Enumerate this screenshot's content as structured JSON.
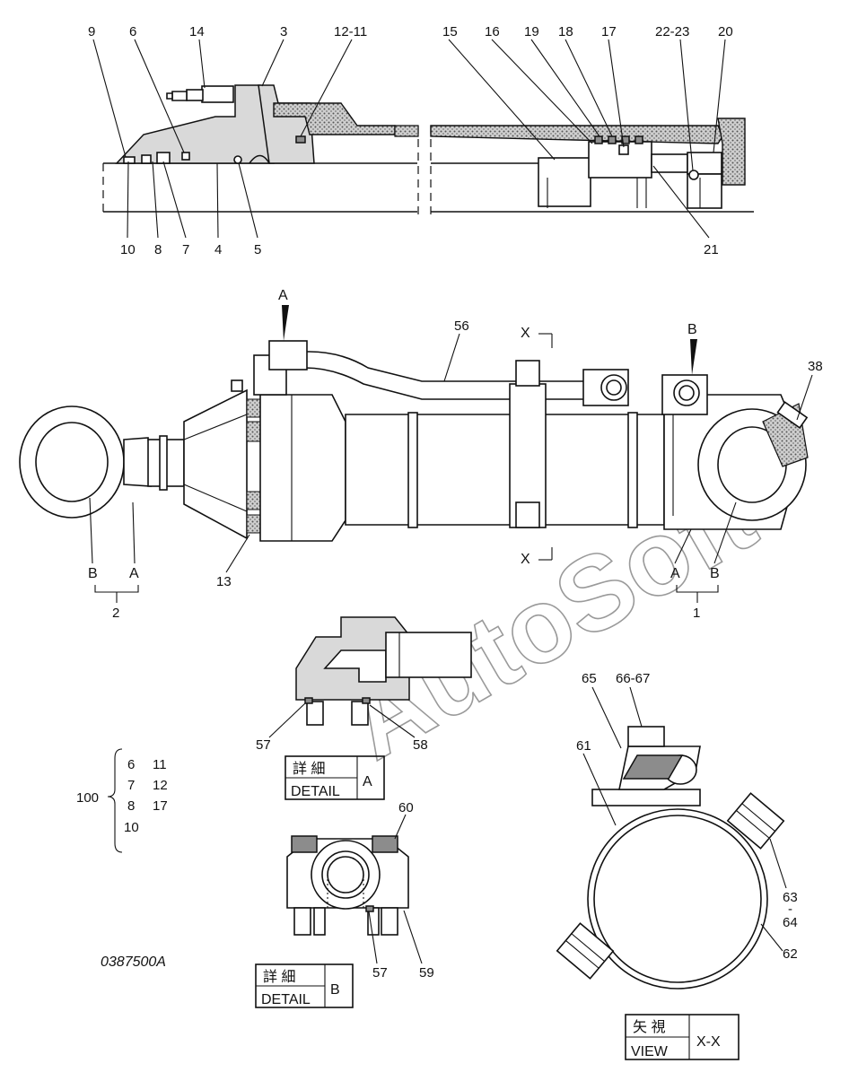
{
  "drawing_code": "0387500A",
  "watermark": "AutoSoft",
  "callouts": {
    "c9": "9",
    "c6": "6",
    "c14": "14",
    "c3": "3",
    "c12_11": "12-11",
    "c15": "15",
    "c16": "16",
    "c19": "19",
    "c18": "18",
    "c17": "17",
    "c22_23": "22-23",
    "c20": "20",
    "c10": "10",
    "c8": "8",
    "c7": "7",
    "c4": "4",
    "c5": "5",
    "c21": "21",
    "c56": "56",
    "c38": "38",
    "c13": "13",
    "c2": "2",
    "c1": "1",
    "c57a": "57",
    "c58": "58",
    "c60": "60",
    "c57b": "57",
    "c59": "59",
    "c65": "65",
    "c66_67": "66-67",
    "c61": "61",
    "c63": "63",
    "c64": "64",
    "c62": "62"
  },
  "markers": {
    "a_top": "A",
    "b_top": "B",
    "b_left": "B",
    "a_left": "A",
    "a_right": "A",
    "b_right": "B",
    "x_top": "X",
    "x_bottom": "X"
  },
  "kit": {
    "number": "100",
    "col1": [
      "6",
      "7",
      "8",
      "10"
    ],
    "col2": [
      "11",
      "12",
      "17"
    ]
  },
  "boxes": {
    "detail_a": {
      "jp": "詳 細",
      "en": "DETAIL",
      "letter": "A"
    },
    "detail_b": {
      "jp": "詳 細",
      "en": "DETAIL",
      "letter": "B"
    },
    "view_xx": {
      "jp": "矢 視",
      "en": "VIEW",
      "letter": "X-X"
    }
  }
}
